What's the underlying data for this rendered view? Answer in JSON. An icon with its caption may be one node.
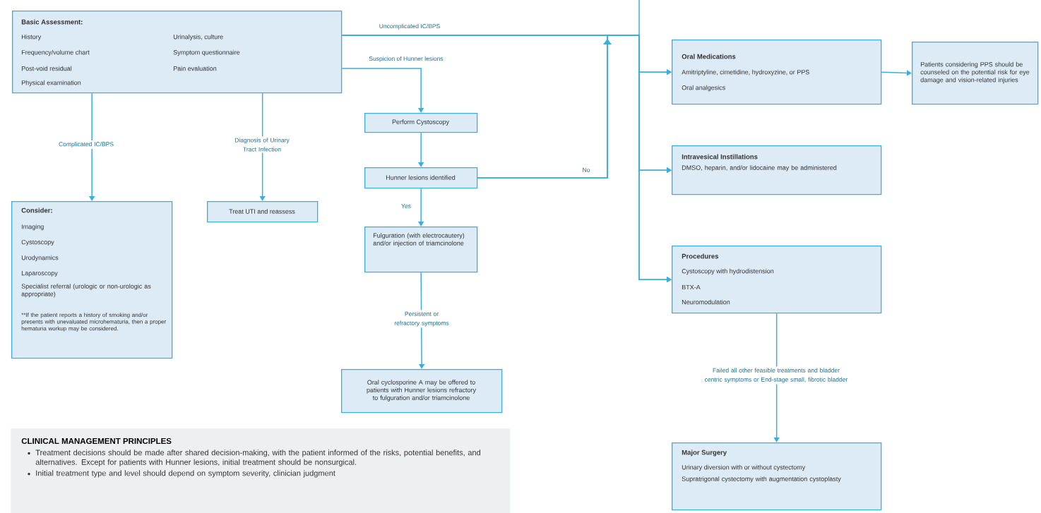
{
  "diagram": {
    "nodes": [
      {
        "text": [
          "Basic Assessment:",
          "History",
          "Frequency/volume chart",
          "Post-void residual",
          "Physical examination",
          "Urinalysis, culture",
          "Symptom questionnaire",
          "Pain evaluation"
        ]
      },
      {
        "text": [
          "Consider:",
          "Imaging",
          "Cystoscopy",
          "Urodynamics",
          "Laparoscopy",
          "Specialist referral (urologic or non-urologic as appropriate)",
          "**If the patient reports a history of smoking and/or presents with unevaluated microhematuria, then a proper hematuria workup may be considered."
        ]
      },
      {
        "text": [
          "Treat UTI and reassess"
        ]
      },
      {
        "text": [
          "Perform Cystoscopy"
        ]
      },
      {
        "text": [
          "Hunner lesions identified"
        ]
      },
      {
        "text": [
          "Fulguration (with electrocautery) and/or injection of triamcinolone"
        ]
      },
      {
        "text": [
          "Oral cyclosporine A may be offered to patients with Hunner lesions refractory to fulguration and/or triamcinolone"
        ]
      },
      {
        "text": [
          "Oral Medications",
          "Amitriptyline, cimetidine, hydroxyzine, or PPS",
          "Oral analgesics"
        ]
      },
      {
        "text": [
          "Patients considering PPS should be counseled on the potential risk for eye damage and vision-related injuries"
        ]
      },
      {
        "text": [
          "Intravesical Instillations",
          "DMSO, heparin, and/or lidocaine may be administered"
        ]
      },
      {
        "text": [
          "Procedures",
          "Cystoscopy with hydrodistension",
          "BTX-A",
          "Neuromodulation"
        ]
      },
      {
        "text": [
          "Major Surgery",
          "Urinary diversion with or without cystectomy",
          "Supratrigonal cystectomy with augmentation cystoplasty"
        ]
      },
      {
        "text": [
          "CLINICAL MANAGEMENT PRINCIPLES",
          "Treatment decisions should be made after shared decision-making, with the patient informed of the risks, potential benefits, and alternatives. Except for patients with Hunner lesions, initial treatment should be nonsurgical.",
          "Initial treatment type and level should depend on symptom severity, clinician judgment"
        ]
      }
    ],
    "edges": [
      {
        "from": 0,
        "to": 1,
        "arrow": "to",
        "label": "Complicated IC/BPS"
      },
      {
        "from": 0,
        "to": 2,
        "arrow": "to",
        "label": "Diagnosis of Urinary Tract Infection"
      },
      {
        "from": 0,
        "to": 3,
        "arrow": "to",
        "label": "Suspicion of Hunner lesions"
      },
      {
        "from": 3,
        "to": 4,
        "arrow": "to"
      },
      {
        "from": 4,
        "to": 5,
        "arrow": "to",
        "label": "Yes"
      },
      {
        "from": 5,
        "to": 6,
        "arrow": "to",
        "label": "Persistent or refractory symptoms"
      },
      {
        "from": 0,
        "to": 7,
        "arrow": "to",
        "label": "Uncomplicated IC/BPS"
      },
      {
        "from": 0,
        "to": 9,
        "arrow": "to"
      },
      {
        "from": 0,
        "to": 10,
        "arrow": "to"
      },
      {
        "from": 4,
        "to": 7,
        "arrow": "to",
        "label": "No"
      },
      {
        "from": 4,
        "to": 9,
        "arrow": "to"
      },
      {
        "from": 4,
        "to": 10,
        "arrow": "to"
      },
      {
        "from": 7,
        "to": 8,
        "arrow": "to"
      },
      {
        "from": 10,
        "to": 11,
        "arrow": "to",
        "label": "Failed all other feasible treatments and bladder centric symptoms or End-stage small, fibrotic bladder"
      }
    ]
  }
}
